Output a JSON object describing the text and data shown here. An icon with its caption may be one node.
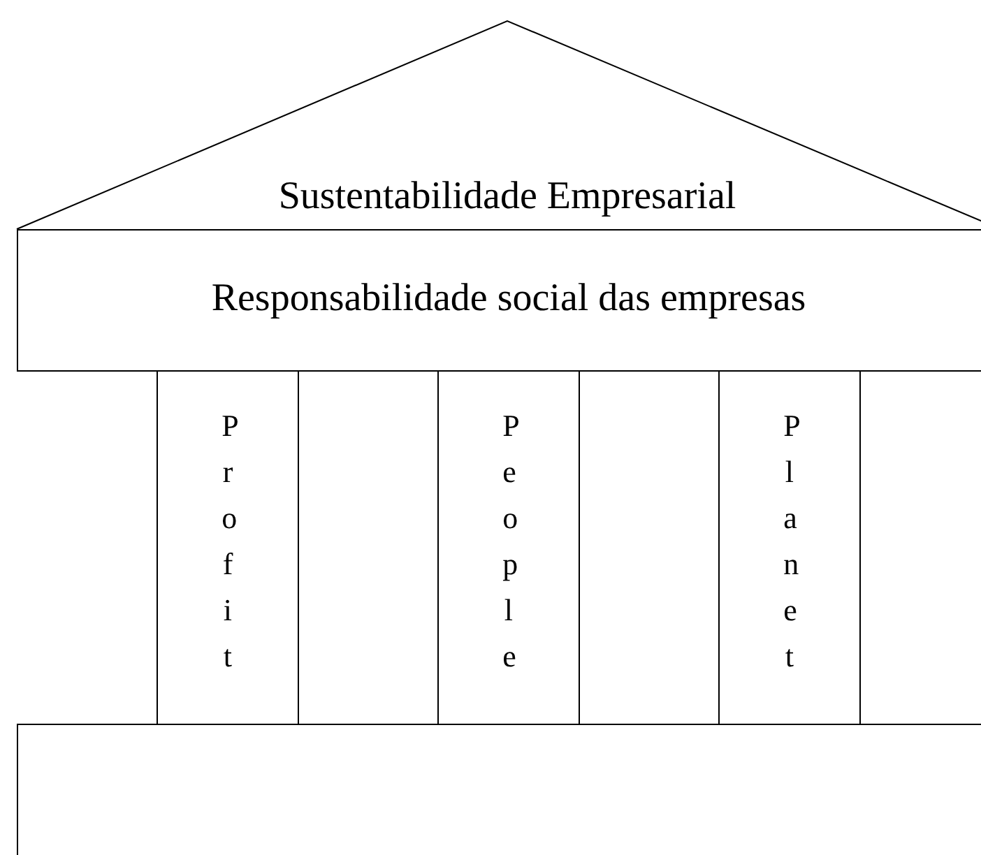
{
  "diagram": {
    "nodes": [
      {
        "text": [
          "Sustentabilidade Empresarial"
        ]
      },
      {
        "text": [
          "Responsabilidade social das empresas"
        ]
      },
      {
        "text": [
          "Profit"
        ]
      },
      {
        "text": [
          "People"
        ]
      },
      {
        "text": [
          "Planet"
        ]
      },
      {
        "text": [],
        "shape": "box"
      }
    ]
  }
}
